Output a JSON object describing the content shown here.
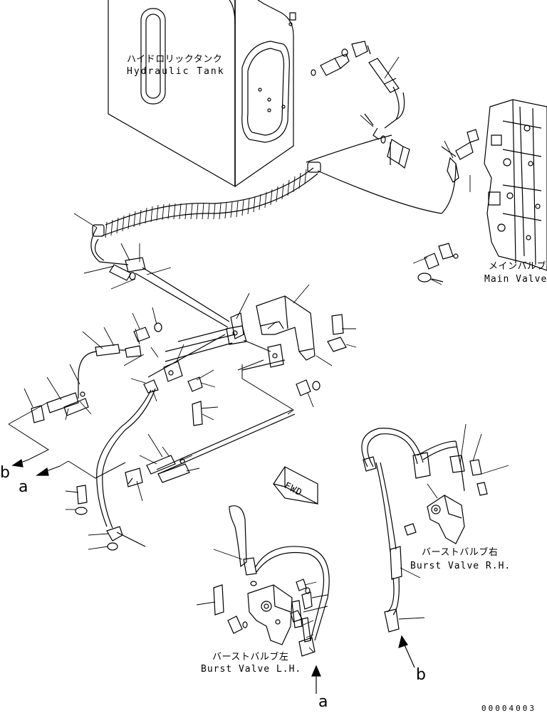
{
  "labels": {
    "hydraulic_tank_jp": "ハイドロリックタンク",
    "hydraulic_tank_en": "Hydraulic Tank",
    "main_valve_jp": "メインバルブ",
    "main_valve_en": "Main Valve",
    "burst_valve_rh_jp": "バーストバルブ右",
    "burst_valve_rh_en": "Burst Valve R.H.",
    "burst_valve_lh_jp": "バーストバルブ左",
    "burst_valve_lh_en": "Burst Valve L.H.",
    "fwd": "FWD",
    "ref_a": "a",
    "ref_b": "b",
    "drawing_code": "00004003"
  },
  "colors": {
    "line": "#000000",
    "background": "#ffffff"
  }
}
